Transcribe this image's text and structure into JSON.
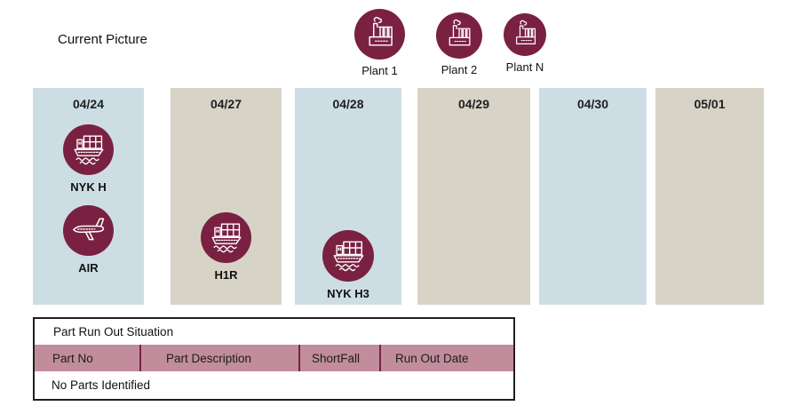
{
  "title": "Current Picture",
  "colors": {
    "maroon": "#7a2142",
    "column_blue": "#cddde4",
    "column_beige": "#d7d3c7",
    "table_header_pink": "#c18d9c",
    "table_border": "#1f1f1f"
  },
  "plants": [
    {
      "label": "Plant 1",
      "icon": "factory-icon"
    },
    {
      "label": "Plant 2",
      "icon": "factory-icon"
    },
    {
      "label": "Plant N",
      "icon": "factory-icon"
    }
  ],
  "columns": [
    {
      "date": "04/24",
      "shade": "blue",
      "shipments": [
        {
          "label": "NYK H",
          "icon": "ship-icon"
        },
        {
          "label": "AIR",
          "icon": "plane-icon"
        }
      ]
    },
    {
      "date": "04/27",
      "shade": "beige",
      "shipments": [
        {
          "label": "H1R",
          "icon": "ship-icon"
        }
      ]
    },
    {
      "date": "04/28",
      "shade": "blue",
      "shipments": [
        {
          "label": "NYK H3",
          "icon": "ship-icon"
        }
      ]
    },
    {
      "date": "04/29",
      "shade": "beige",
      "shipments": []
    },
    {
      "date": "04/30",
      "shade": "blue",
      "shipments": []
    },
    {
      "date": "05/01",
      "shade": "beige",
      "shipments": []
    }
  ],
  "table": {
    "title": "Part Run Out Situation",
    "headers": [
      "Part No",
      "Part Description",
      "ShortFall",
      "Run Out Date"
    ],
    "empty_message": "No Parts Identified"
  }
}
